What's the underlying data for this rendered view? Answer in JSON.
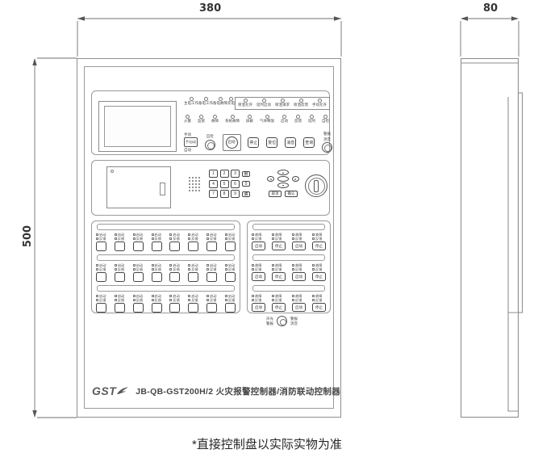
{
  "annotation": {
    "width": "380",
    "height": "500",
    "depth": "80",
    "caption": "*直接控制盘以实际实物为准"
  },
  "nameplate": {
    "logo": "GST",
    "title": "JB-QB-GST200H/2 火灾报警控制器/消防联动控制器"
  },
  "top_panel": {
    "row1_free": [
      "主电工作",
      "备电工作",
      "备电故障",
      "充电"
    ],
    "row1_boxed": [
      "喷洒允许",
      "延时启动",
      "喷洒请求",
      "喷洒反馈",
      "手动允许"
    ],
    "row2": [
      "火警",
      "监管",
      "故障",
      "系统故障",
      "屏蔽",
      "气体释放",
      "启动",
      "反馈",
      "延时",
      "自检"
    ],
    "mode": {
      "top": "手动",
      "btn": "手/自动",
      "bottom": "自动"
    },
    "round1": "自检",
    "start": "启动",
    "squares": [
      "停止",
      "复位",
      "消音",
      "查询"
    ],
    "round2_top": [
      "警报",
      "消音"
    ]
  },
  "keypad": {
    "rows": [
      [
        "1",
        "2",
        "3",
        "删"
      ],
      [
        "4",
        "5",
        "6",
        "0"
      ],
      [
        "7",
        "8",
        "9",
        "确"
      ]
    ]
  },
  "nav": {
    "up": "▲",
    "left": "◄",
    "right": "►",
    "down": "▼",
    "btn1": "取消",
    "btn2": "确认"
  },
  "lower_left": {
    "rows": 3,
    "cols": 8,
    "leds": [
      "启动",
      "反馈"
    ]
  },
  "lower_right": {
    "leds": [
      "故障",
      "反馈"
    ],
    "rows": [
      [
        "启动",
        "停止",
        "启动",
        "停止"
      ],
      [
        "启动",
        "停止",
        "启动",
        "停止"
      ],
      [
        "启动",
        "停止",
        "启动",
        "停止"
      ]
    ]
  },
  "mute": {
    "left": [
      "声光",
      "警报"
    ],
    "right": [
      "警报",
      "消音"
    ]
  }
}
